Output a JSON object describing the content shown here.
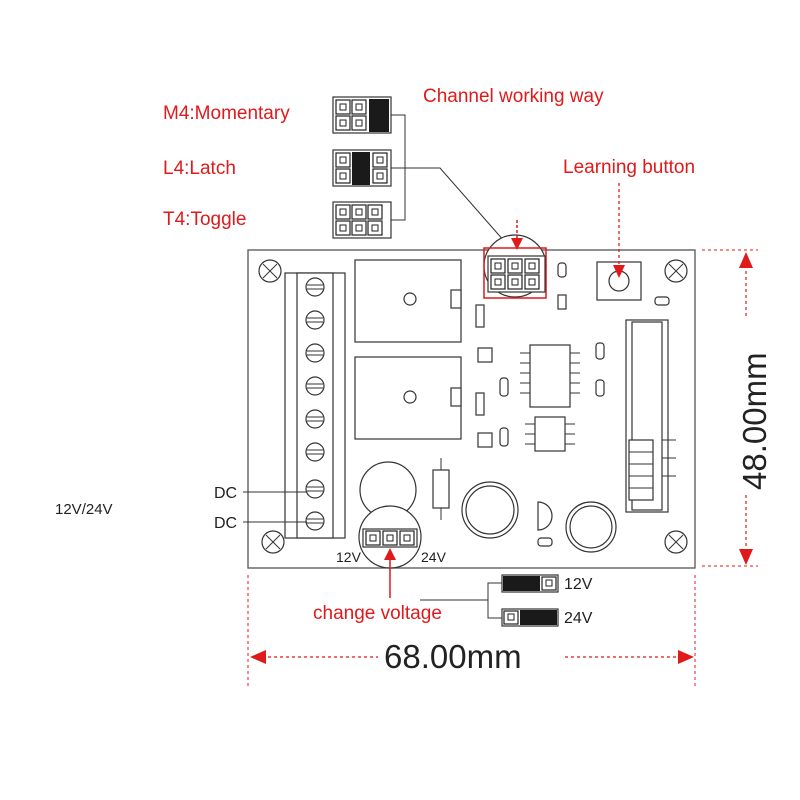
{
  "labels": {
    "channel_working_way": "Channel working  way",
    "momentary": "M4:Momentary",
    "latch": "L4:Latch",
    "toggle": "T4:Toggle",
    "learning_button": "Learning button",
    "dc_top": "DC",
    "dc_bottom": "DC",
    "power_input": "12V/24V",
    "jumper_12v_left": "12V",
    "jumper_24v_right": "24V",
    "change_voltage": "change voltage",
    "option_12v": "12V",
    "option_24v": "24V",
    "width_dimension": "68.00mm",
    "height_dimension": "48.00mm"
  },
  "colors": {
    "annotation_red": "#e0191b",
    "outline": "#333333",
    "jumper_fill": "#1a1a1a"
  }
}
